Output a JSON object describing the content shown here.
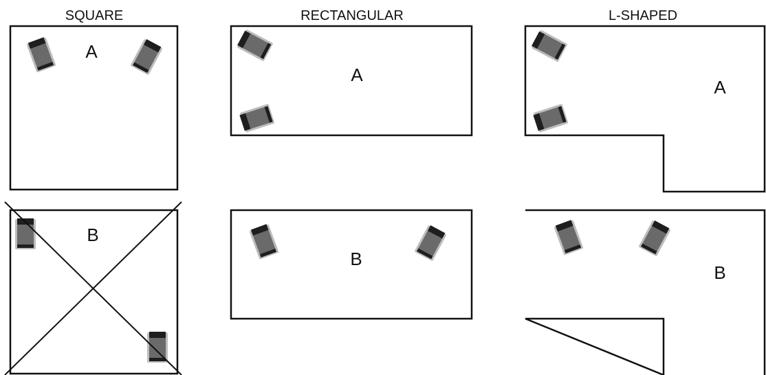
{
  "columns": [
    {
      "id": "square",
      "title": "SQUARE"
    },
    {
      "id": "rectangular",
      "title": "RECTANGULAR"
    },
    {
      "id": "l_shaped",
      "title": "L-SHAPED"
    }
  ],
  "rows": [
    {
      "id": "a",
      "label": "A"
    },
    {
      "id": "b",
      "label": "B"
    }
  ],
  "colors": {
    "outline": "#111111",
    "speaker_body": "#6a6a6a",
    "speaker_dark": "#1e1e1e",
    "speaker_edge": "#bdbdbd"
  },
  "icons": {
    "speaker": "speaker-icon",
    "cross": "crossed-out-mark"
  },
  "crossed_out": [
    "square-b"
  ]
}
